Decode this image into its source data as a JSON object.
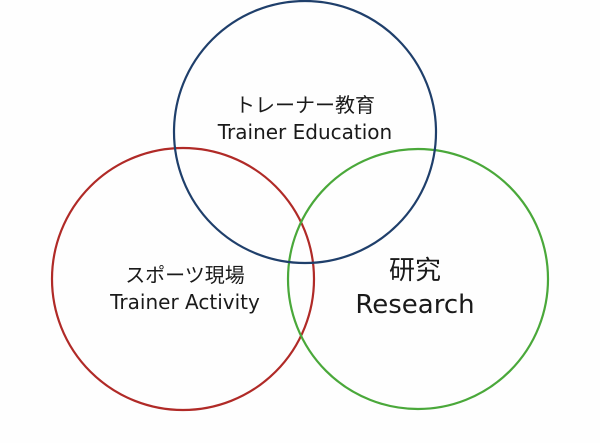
{
  "diagram": {
    "circles": [
      {
        "id": "trainer-education",
        "jp_label": "トレーナー教育",
        "en_label": "Trainer Education",
        "color": "#1f3f6b"
      },
      {
        "id": "trainer-activity",
        "jp_label": "スポーツ現場",
        "en_label": "Trainer Activity",
        "color": "#b02a27"
      },
      {
        "id": "research",
        "jp_label": "研究",
        "en_label": "Research",
        "color": "#4aa83a"
      }
    ]
  }
}
